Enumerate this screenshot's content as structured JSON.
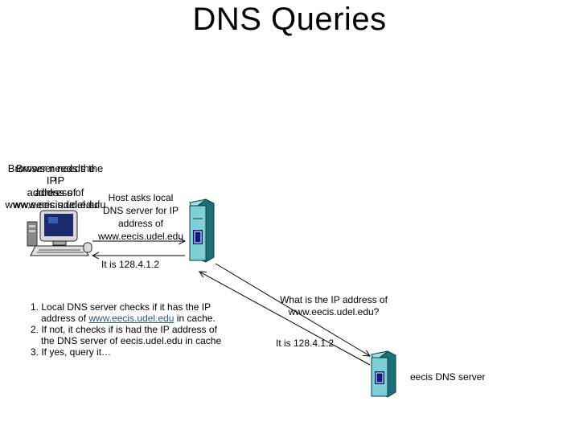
{
  "title": "DNS Queries",
  "browser_note": {
    "line1a": "Browser needs the IP",
    "line1b": "Browser needs the IP",
    "line2a": "address of",
    "line2b": "address of",
    "line3a": "www.eecis.udel.edu",
    "line3b": "www.eecis.udel.edu"
  },
  "host_asks": [
    "Host asks local",
    "DNS server for IP",
    "address of",
    "www.eecis.udel.edu"
  ],
  "reply_local": "It is 128.4.1.2",
  "local_steps": {
    "step1_prefix": "1. Local DNS server checks if it has the IP",
    "step1_line2_pre": "address of ",
    "step1_link": "www.eecis.udel.edu",
    "step1_line2_post": " in cache.",
    "step2_line1": "2. If not, it checks if is had the IP address of",
    "step2_line2": "the DNS server of eecis.udel.edu in cache",
    "step3": "3. If yes, query it…"
  },
  "query_remote": [
    "What is the IP address of",
    "www.eecis.udel.edu?"
  ],
  "reply_remote": "It is 128.4.1.2",
  "eecis_label": "eecis DNS server",
  "colors": {
    "server_body": "#7ecfd6",
    "server_dark": "#1d6f78",
    "server_panel": "#0b1d7a",
    "monitor_screen": "#1c2a6e"
  },
  "icons": [
    "computer-icon",
    "server-icon"
  ]
}
